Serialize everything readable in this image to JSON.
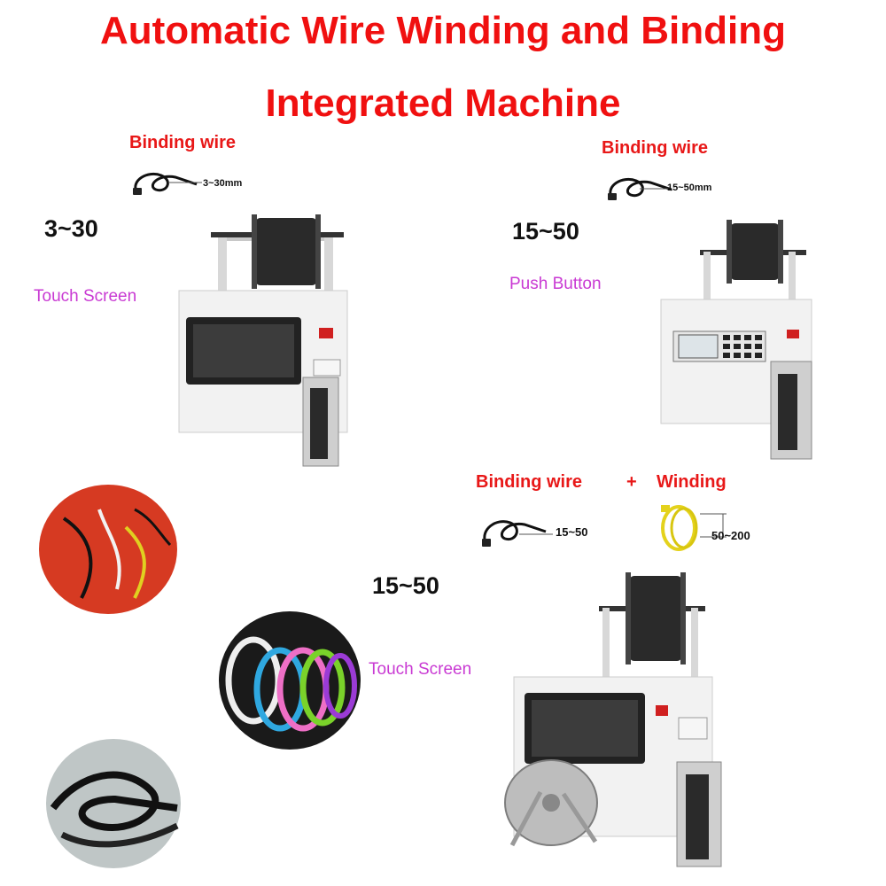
{
  "title": {
    "line1": "Automatic Wire Winding and Binding",
    "line2": "Integrated Machine"
  },
  "machine_1": {
    "label": "Binding wire",
    "spec": "3~30mm",
    "range": "3~30",
    "control": "Touch Screen"
  },
  "machine_2": {
    "label": "Binding wire",
    "spec": "15~50mm",
    "range": "15~50",
    "control": "Push Button"
  },
  "machine_3": {
    "label_binding": "Binding wire",
    "plus": "+",
    "label_winding": "Winding",
    "spec_binding": "15~50",
    "spec_winding": "50~200",
    "range": "15~50",
    "control": "Touch Screen"
  },
  "colors": {
    "title": "#f01010",
    "label": "#e81818",
    "control_text": "#c93ad3"
  }
}
